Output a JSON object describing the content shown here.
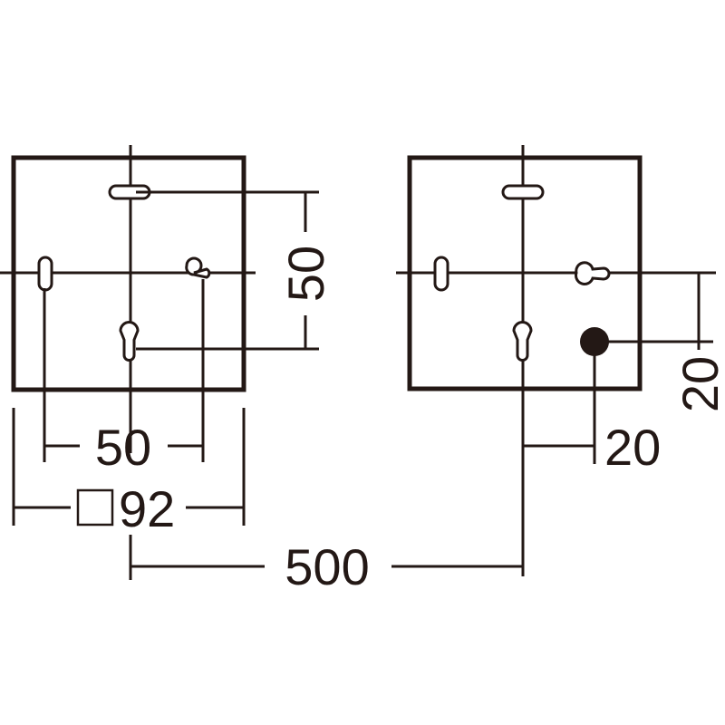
{
  "diagram": {
    "labels": {
      "left_vertical_spacing": "50",
      "left_horizontal_spacing": "50",
      "box_size_prefix": "□",
      "box_size": "92",
      "right_vertical_offset": "20",
      "right_horizontal_offset": "20",
      "center_distance": "500"
    },
    "colors": {
      "stroke": "#231815",
      "background": "#ffffff"
    }
  }
}
